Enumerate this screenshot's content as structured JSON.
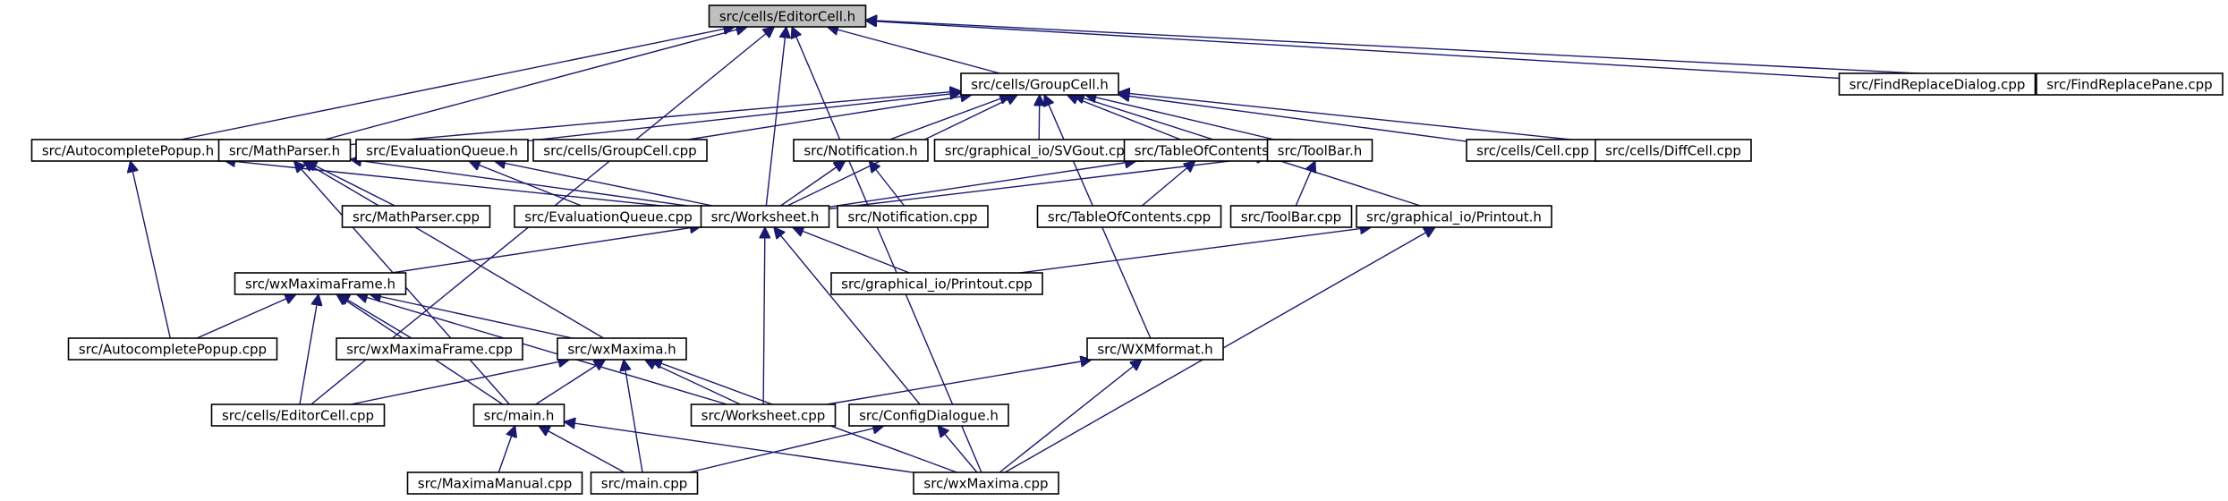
{
  "colors": {
    "edge": "#191970",
    "root_fill": "#bfbfbf",
    "node_fill": "#ffffff",
    "node_border": "#000000"
  },
  "nodes": [
    {
      "id": "editorcell_h",
      "label": "src/cells/EditorCell.h",
      "root": true
    },
    {
      "id": "groupcell_h",
      "label": "src/cells/GroupCell.h"
    },
    {
      "id": "findreplacedialog_cpp",
      "label": "src/FindReplaceDialog.cpp"
    },
    {
      "id": "findreplacepane_cpp",
      "label": "src/FindReplacePane.cpp"
    },
    {
      "id": "autocompletepopup_h",
      "label": "src/AutocompletePopup.h"
    },
    {
      "id": "mathparser_h",
      "label": "src/MathParser.h"
    },
    {
      "id": "evaluationqueue_h",
      "label": "src/EvaluationQueue.h"
    },
    {
      "id": "groupcell_cpp",
      "label": "src/cells/GroupCell.cpp"
    },
    {
      "id": "notification_h",
      "label": "src/Notification.h"
    },
    {
      "id": "svgout_cpp",
      "label": "src/graphical_io/SVGout.cpp"
    },
    {
      "id": "tableofcontents_h",
      "label": "src/TableOfContents.h"
    },
    {
      "id": "toolbar_h",
      "label": "src/ToolBar.h"
    },
    {
      "id": "cell_cpp",
      "label": "src/cells/Cell.cpp"
    },
    {
      "id": "diffcell_cpp",
      "label": "src/cells/DiffCell.cpp"
    },
    {
      "id": "mathparser_cpp",
      "label": "src/MathParser.cpp"
    },
    {
      "id": "evaluationqueue_cpp",
      "label": "src/EvaluationQueue.cpp"
    },
    {
      "id": "worksheet_h",
      "label": "src/Worksheet.h"
    },
    {
      "id": "notification_cpp",
      "label": "src/Notification.cpp"
    },
    {
      "id": "tableofcontents_cpp",
      "label": "src/TableOfContents.cpp"
    },
    {
      "id": "toolbar_cpp",
      "label": "src/ToolBar.cpp"
    },
    {
      "id": "printout_h",
      "label": "src/graphical_io/Printout.h"
    },
    {
      "id": "wxmaximaframe_h",
      "label": "src/wxMaximaFrame.h"
    },
    {
      "id": "printout_cpp",
      "label": "src/graphical_io/Printout.cpp"
    },
    {
      "id": "autocompletepopup_cpp",
      "label": "src/AutocompletePopup.cpp"
    },
    {
      "id": "wxmaximaframe_cpp",
      "label": "src/wxMaximaFrame.cpp"
    },
    {
      "id": "wxmaxima_h",
      "label": "src/wxMaxima.h"
    },
    {
      "id": "wxmformat_h",
      "label": "src/WXMformat.h"
    },
    {
      "id": "editorcell_cpp",
      "label": "src/cells/EditorCell.cpp"
    },
    {
      "id": "main_h",
      "label": "src/main.h"
    },
    {
      "id": "worksheet_cpp",
      "label": "src/Worksheet.cpp"
    },
    {
      "id": "configdialogue_h",
      "label": "src/ConfigDialogue.h"
    },
    {
      "id": "maximamanual_cpp",
      "label": "src/MaximaManual.cpp"
    },
    {
      "id": "main_cpp",
      "label": "src/main.cpp"
    },
    {
      "id": "wxmaxima_cpp",
      "label": "src/wxMaxima.cpp"
    }
  ],
  "edges": [
    [
      "groupcell_h",
      "editorcell_h"
    ],
    [
      "findreplacedialog_cpp",
      "editorcell_h"
    ],
    [
      "findreplacepane_cpp",
      "editorcell_h"
    ],
    [
      "autocompletepopup_h",
      "editorcell_h"
    ],
    [
      "mathparser_h",
      "editorcell_h"
    ],
    [
      "worksheet_h",
      "editorcell_h"
    ],
    [
      "editorcell_cpp",
      "editorcell_h"
    ],
    [
      "wxmaxima_cpp",
      "editorcell_h"
    ],
    [
      "mathparser_h",
      "groupcell_h"
    ],
    [
      "evaluationqueue_h",
      "groupcell_h"
    ],
    [
      "groupcell_cpp",
      "groupcell_h"
    ],
    [
      "notification_h",
      "groupcell_h"
    ],
    [
      "svgout_cpp",
      "groupcell_h"
    ],
    [
      "tableofcontents_h",
      "groupcell_h"
    ],
    [
      "toolbar_h",
      "groupcell_h"
    ],
    [
      "cell_cpp",
      "groupcell_h"
    ],
    [
      "diffcell_cpp",
      "groupcell_h"
    ],
    [
      "worksheet_h",
      "groupcell_h"
    ],
    [
      "printout_h",
      "groupcell_h"
    ],
    [
      "wxmformat_h",
      "groupcell_h"
    ],
    [
      "worksheet_h",
      "autocompletepopup_h"
    ],
    [
      "autocompletepopup_cpp",
      "autocompletepopup_h"
    ],
    [
      "mathparser_cpp",
      "mathparser_h"
    ],
    [
      "worksheet_h",
      "mathparser_h"
    ],
    [
      "wxmaxima_h",
      "mathparser_h"
    ],
    [
      "main_h",
      "mathparser_h"
    ],
    [
      "evaluationqueue_cpp",
      "evaluationqueue_h"
    ],
    [
      "worksheet_h",
      "evaluationqueue_h"
    ],
    [
      "worksheet_h",
      "notification_h"
    ],
    [
      "notification_cpp",
      "notification_h"
    ],
    [
      "worksheet_h",
      "tableofcontents_h"
    ],
    [
      "tableofcontents_cpp",
      "tableofcontents_h"
    ],
    [
      "worksheet_h",
      "toolbar_h"
    ],
    [
      "toolbar_cpp",
      "toolbar_h"
    ],
    [
      "wxmaximaframe_h",
      "worksheet_h"
    ],
    [
      "printout_cpp",
      "worksheet_h"
    ],
    [
      "worksheet_cpp",
      "worksheet_h"
    ],
    [
      "configdialogue_h",
      "worksheet_h"
    ],
    [
      "printout_cpp",
      "printout_h"
    ],
    [
      "wxmaxima_cpp",
      "printout_h"
    ],
    [
      "autocompletepopup_cpp",
      "wxmaximaframe_h"
    ],
    [
      "wxmaximaframe_cpp",
      "wxmaximaframe_h"
    ],
    [
      "wxmaxima_h",
      "wxmaximaframe_h"
    ],
    [
      "editorcell_cpp",
      "wxmaximaframe_h"
    ],
    [
      "main_h",
      "wxmaximaframe_h"
    ],
    [
      "worksheet_cpp",
      "wxmaximaframe_h"
    ],
    [
      "editorcell_cpp",
      "wxmaxima_h"
    ],
    [
      "main_h",
      "wxmaxima_h"
    ],
    [
      "worksheet_cpp",
      "wxmaxima_h"
    ],
    [
      "main_cpp",
      "wxmaxima_h"
    ],
    [
      "wxmaxima_cpp",
      "wxmaxima_h"
    ],
    [
      "worksheet_cpp",
      "wxmformat_h"
    ],
    [
      "wxmaxima_cpp",
      "wxmformat_h"
    ],
    [
      "maximamanual_cpp",
      "main_h"
    ],
    [
      "main_cpp",
      "main_h"
    ],
    [
      "wxmaxima_cpp",
      "main_h"
    ],
    [
      "main_cpp",
      "configdialogue_h"
    ],
    [
      "wxmaxima_cpp",
      "configdialogue_h"
    ]
  ]
}
